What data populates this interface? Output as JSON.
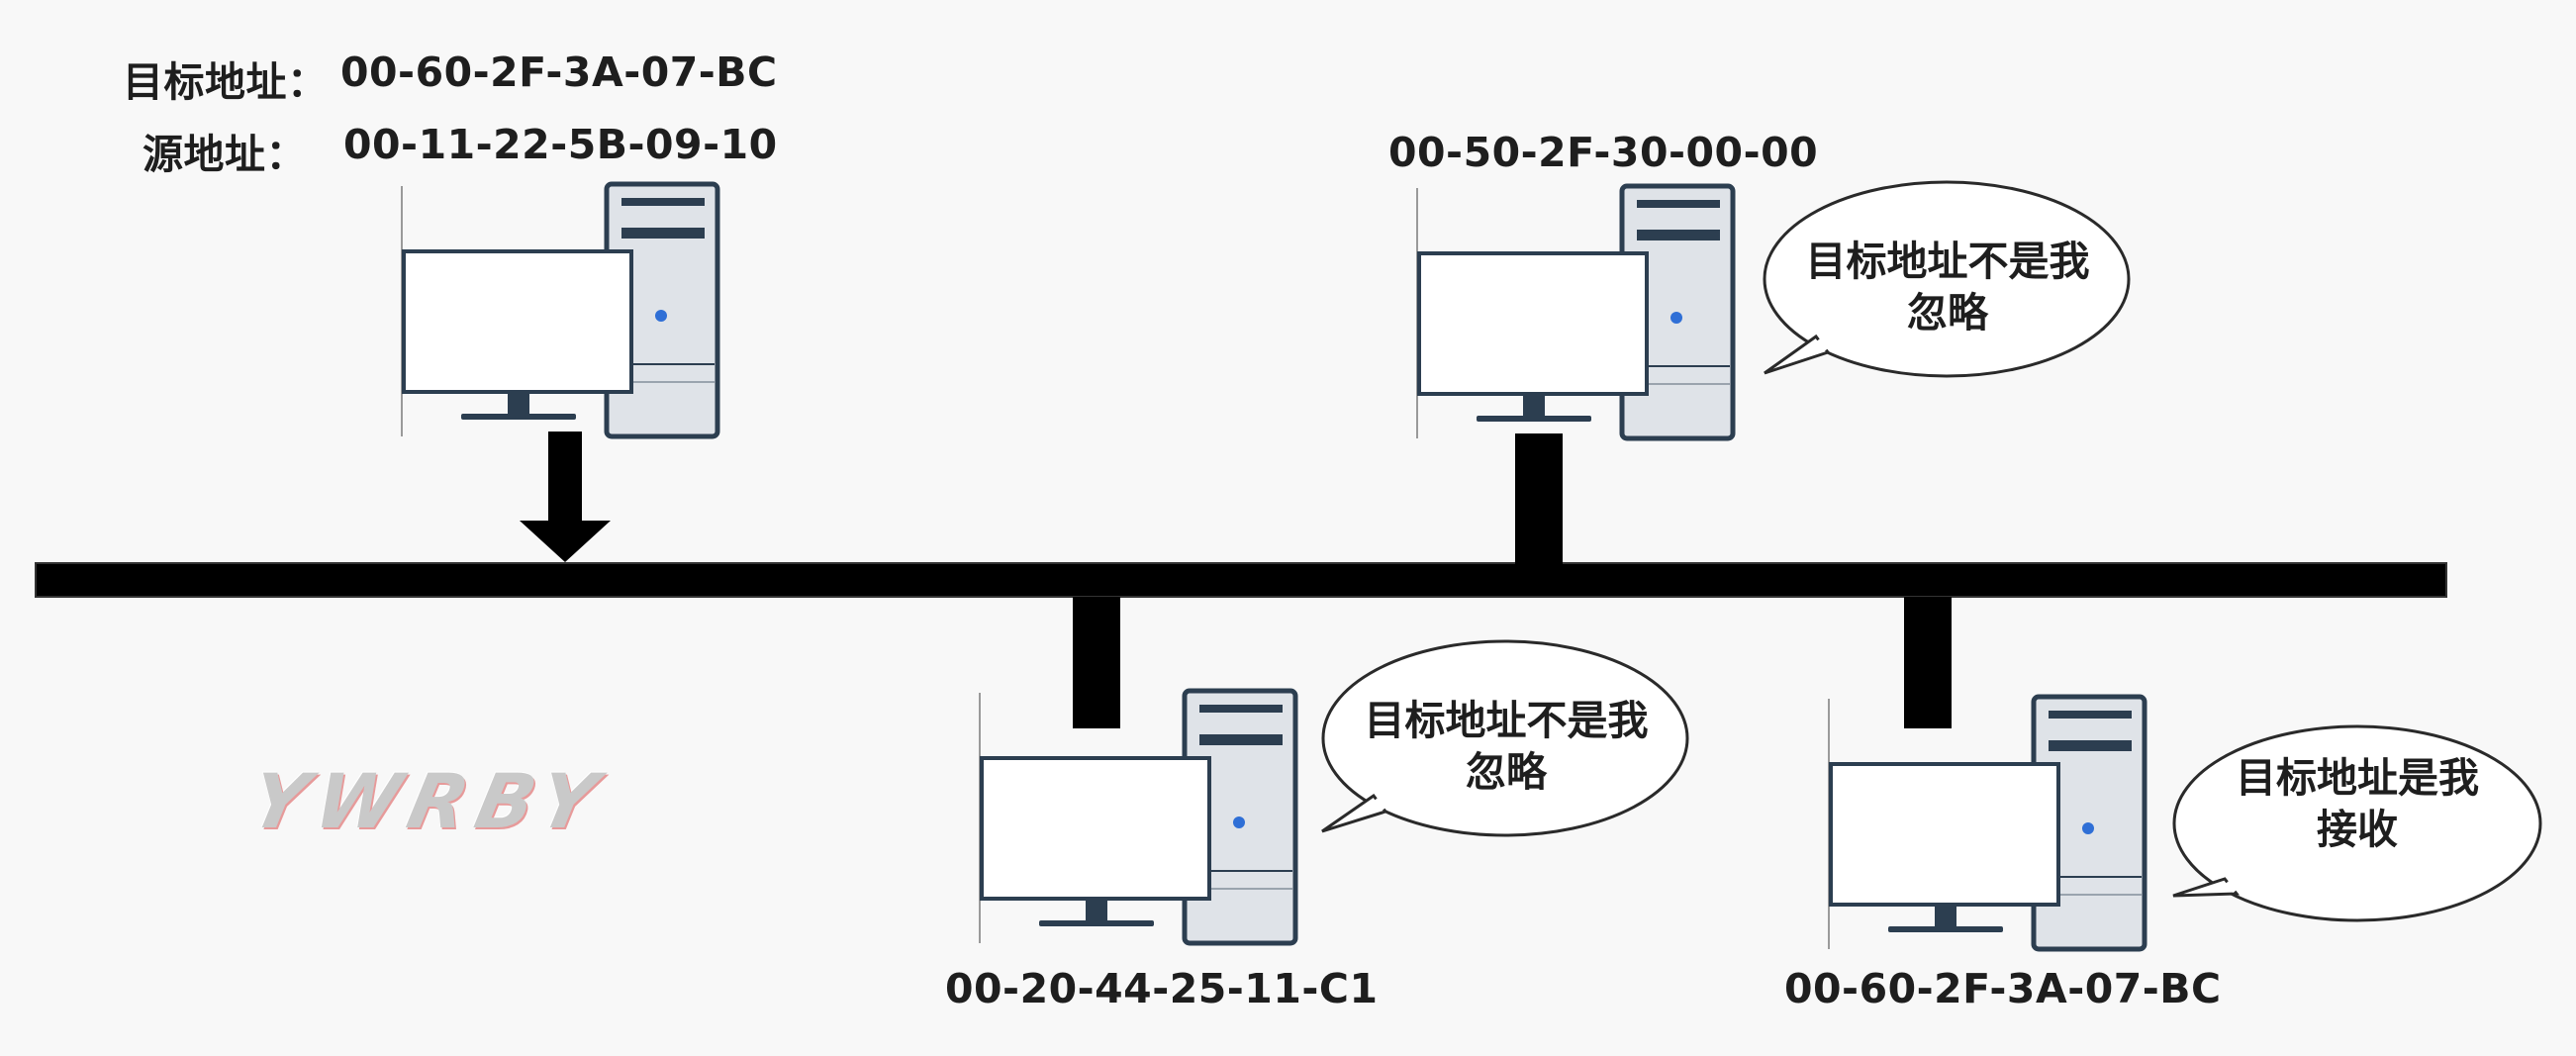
{
  "sender": {
    "dest_label": "目标地址：",
    "dest_mac": "00-60-2F-3A-07-BC",
    "src_label": "源地址：",
    "src_mac": "00-11-22-5B-09-10"
  },
  "hosts": [
    {
      "mac": "00-50-2F-30-00-00",
      "bubble_line1": "目标地址不是我",
      "bubble_line2": "忽略"
    },
    {
      "mac": "00-20-44-25-11-C1",
      "bubble_line1": "目标地址不是我",
      "bubble_line2": "忽略"
    },
    {
      "mac": "00-60-2F-3A-07-BC",
      "bubble_line1": "目标地址是我",
      "bubble_line2": "接收"
    }
  ],
  "watermark": "YWRBY",
  "colors": {
    "bus": "#000000",
    "monitor_frame": "#2c3e50",
    "tower_body": "#dfe3e8",
    "power_led": "#2f6fd6",
    "background": "#f8f8f8"
  }
}
